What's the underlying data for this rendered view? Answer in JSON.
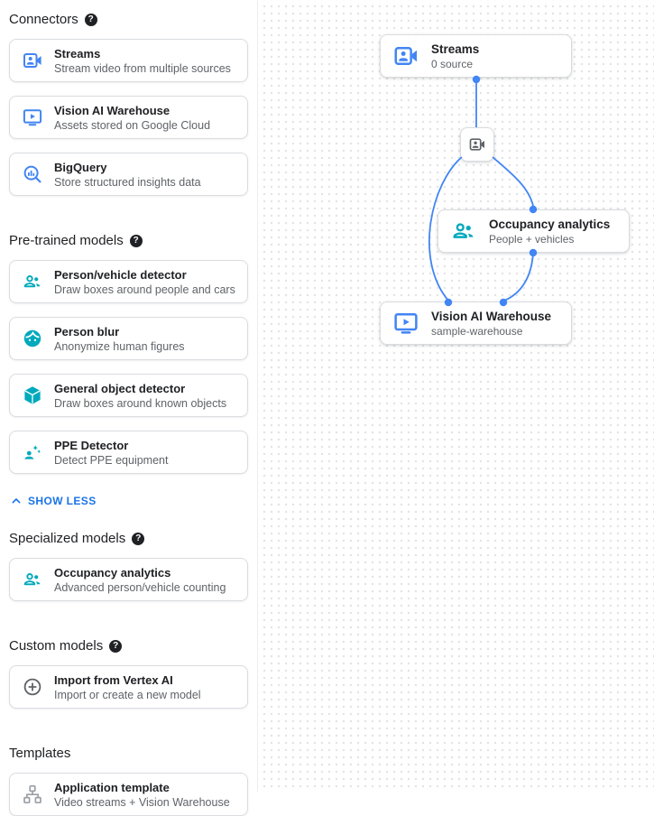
{
  "colors": {
    "icon_blue": "#4285f4",
    "icon_teal": "#00a9bc",
    "icon_gray": "#5f6368",
    "icon_light_gray": "#9aa0a6",
    "link_blue": "#1a73e8",
    "edge_blue": "#4285f4",
    "card_border": "#dadce0",
    "title_text": "#202124",
    "secondary_text": "#5f6368"
  },
  "sidebar": {
    "show_less": "SHOW LESS",
    "sections": [
      {
        "title": "Connectors",
        "has_help": true,
        "items": [
          {
            "title": "Streams",
            "desc": "Stream video from multiple sources",
            "icon": "video-camera-icon"
          },
          {
            "title": "Vision AI Warehouse",
            "desc": "Assets stored on Google Cloud",
            "icon": "smart-display-icon"
          },
          {
            "title": "BigQuery",
            "desc": "Store structured insights data",
            "icon": "bigquery-search-icon"
          }
        ]
      },
      {
        "title": "Pre-trained models",
        "has_help": true,
        "items": [
          {
            "title": "Person/vehicle detector",
            "desc": "Draw boxes around people and cars",
            "icon": "people-icon"
          },
          {
            "title": "Person blur",
            "desc": "Anonymize human figures",
            "icon": "face-icon"
          },
          {
            "title": "General object detector",
            "desc": "Draw boxes around known objects",
            "icon": "cube-icon"
          },
          {
            "title": "PPE Detector",
            "desc": "Detect PPE equipment",
            "icon": "person-gear-icon"
          }
        ]
      },
      {
        "title": "Specialized models",
        "has_help": true,
        "items": [
          {
            "title": "Occupancy analytics",
            "desc": "Advanced person/vehicle counting",
            "icon": "people-icon"
          }
        ]
      },
      {
        "title": "Custom models",
        "has_help": true,
        "items": [
          {
            "title": "Import from Vertex AI",
            "desc": "Import or create a new model",
            "icon": "add-circle-icon"
          }
        ]
      },
      {
        "title": "Templates",
        "has_help": false,
        "items": [
          {
            "title": "Application template",
            "desc": "Video streams + Vision Warehouse",
            "icon": "app-tree-icon"
          }
        ]
      }
    ]
  },
  "canvas": {
    "nodes": {
      "streams": {
        "title": "Streams",
        "subtitle": "0 source"
      },
      "occupancy": {
        "title": "Occupancy analytics",
        "subtitle": "People + vehicles"
      },
      "warehouse": {
        "title": "Vision AI Warehouse",
        "subtitle": "sample-warehouse"
      }
    }
  }
}
